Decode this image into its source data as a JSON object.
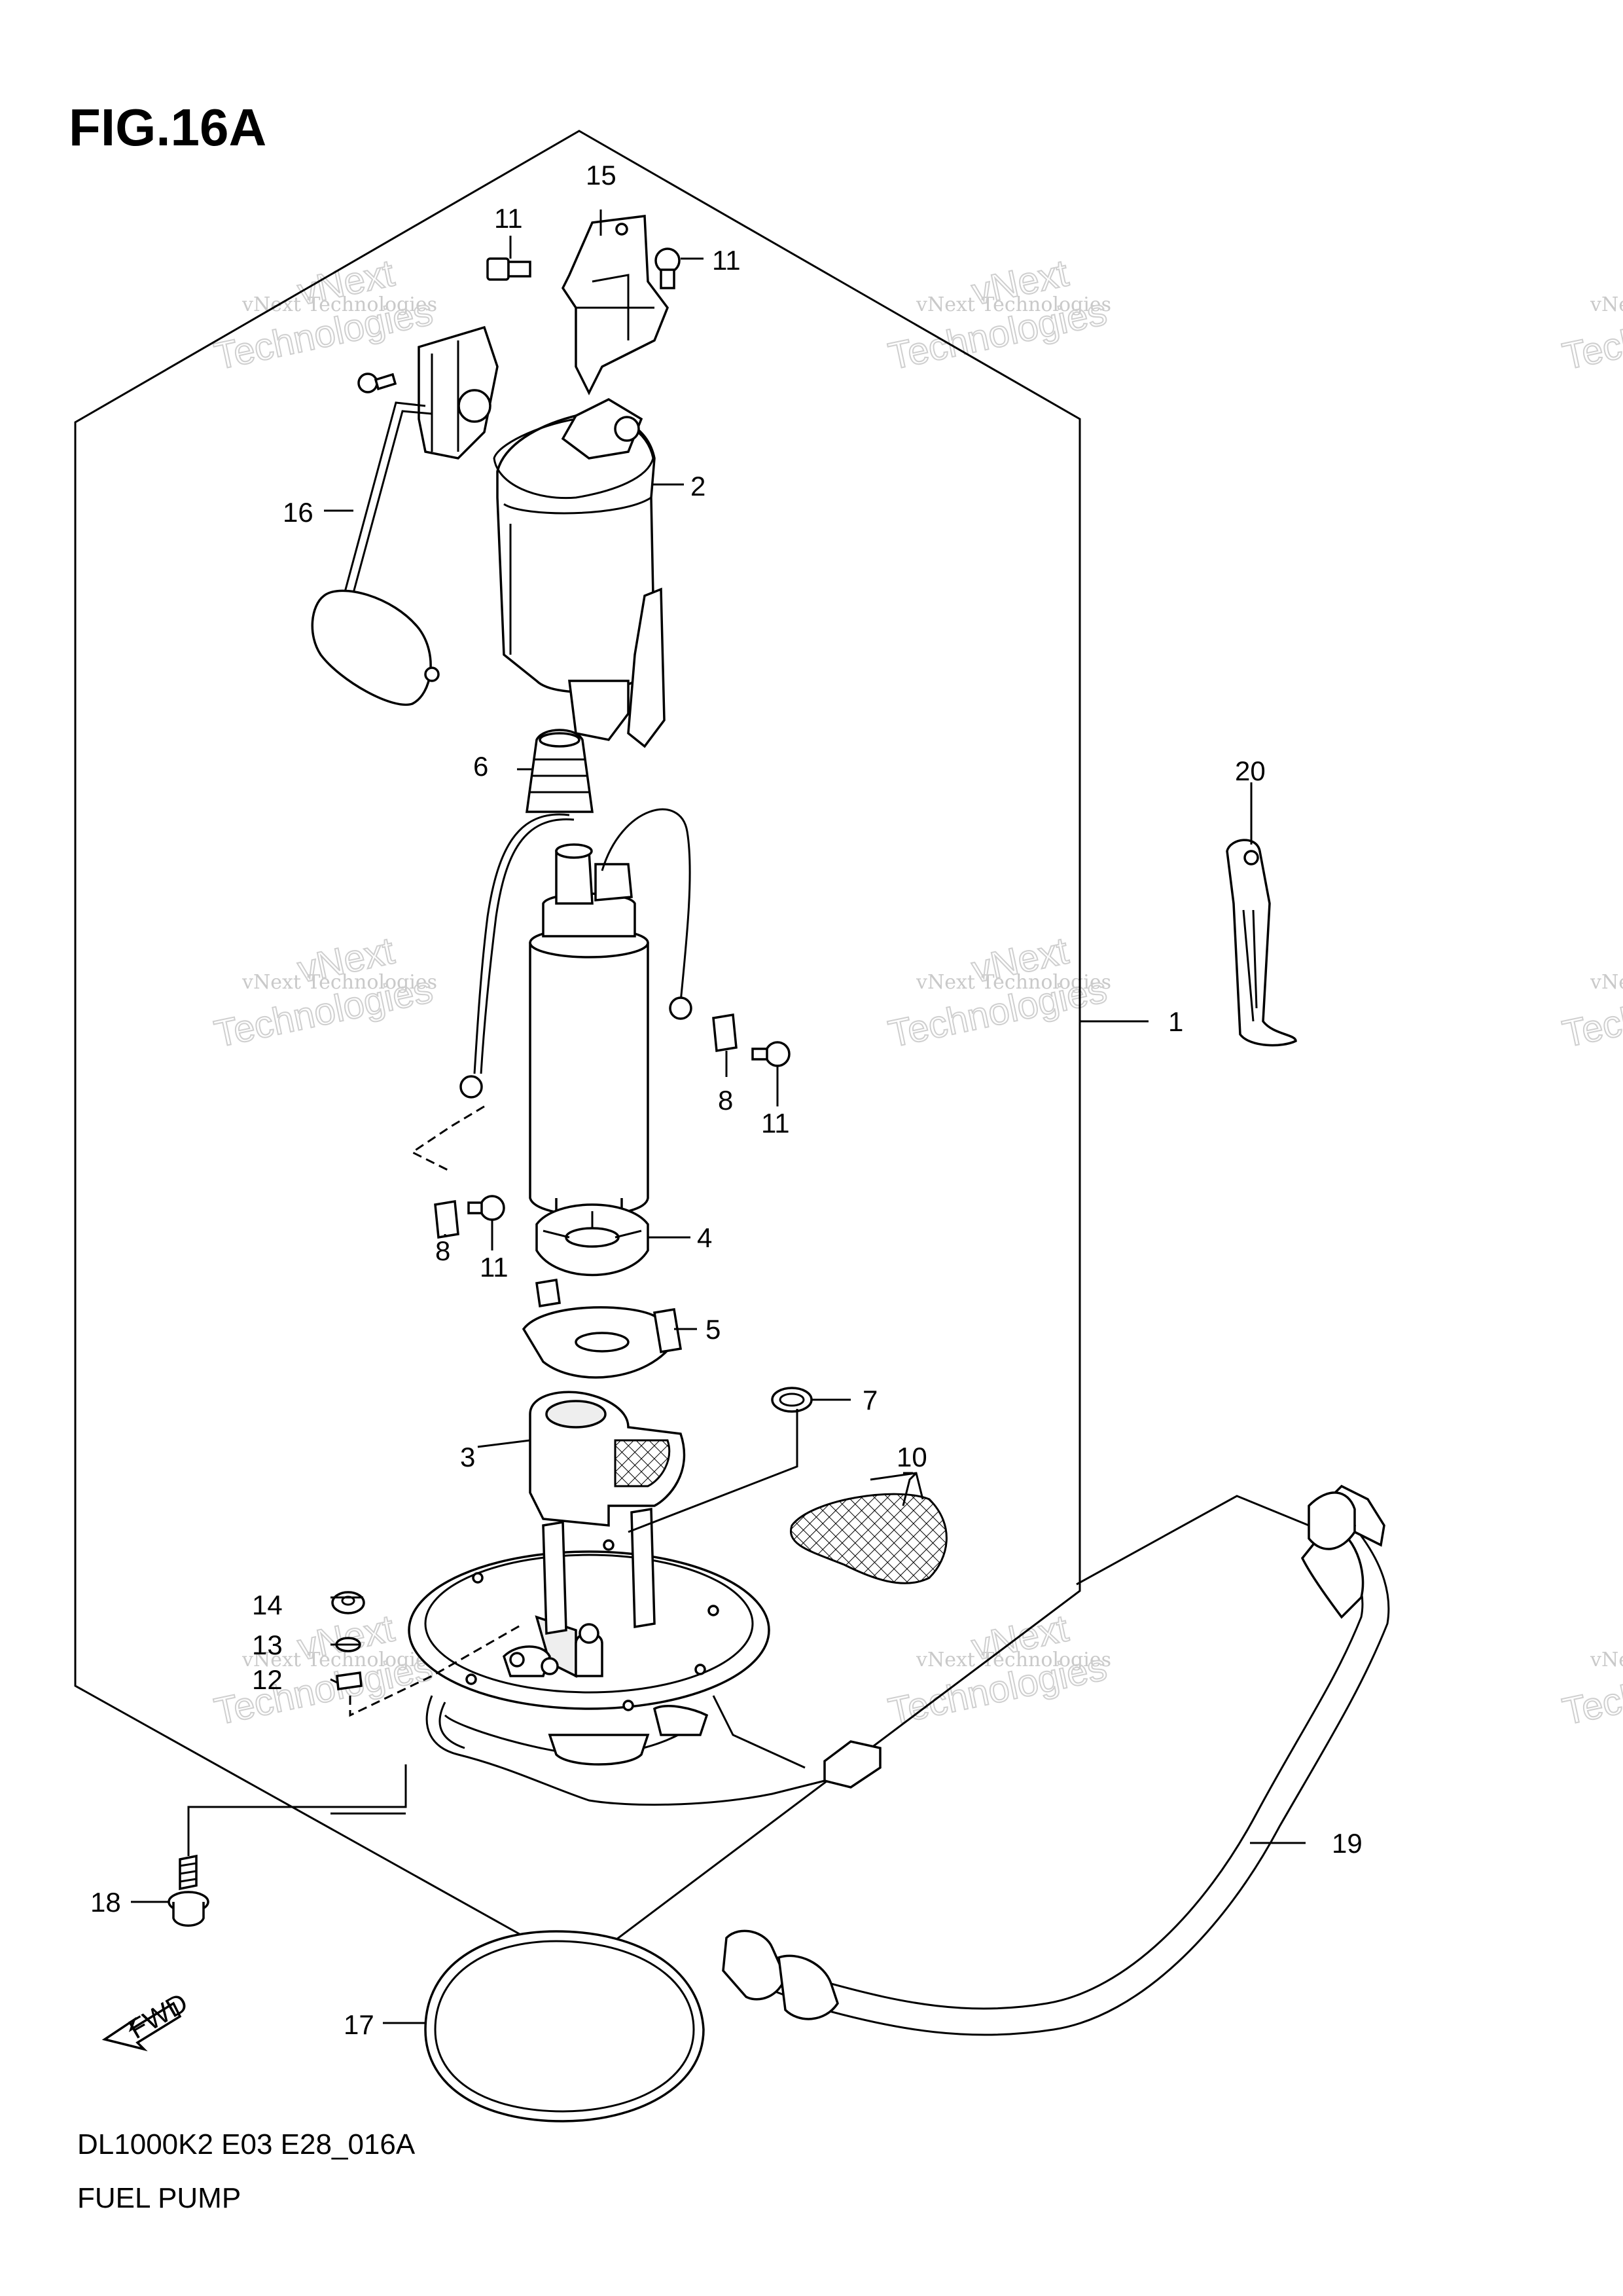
{
  "figure": {
    "title": "FIG.16A",
    "code": "DL1000K2 E03 E28_016A",
    "name": "FUEL PUMP",
    "fwd_label": "FWD"
  },
  "watermark": {
    "line1": "vNext Technologies",
    "line2": "Technologies",
    "line3": "vNext"
  },
  "callouts": [
    {
      "id": "c1",
      "label": "1"
    },
    {
      "id": "c2",
      "label": "2"
    },
    {
      "id": "c3",
      "label": "3"
    },
    {
      "id": "c4",
      "label": "4"
    },
    {
      "id": "c5",
      "label": "5"
    },
    {
      "id": "c6",
      "label": "6"
    },
    {
      "id": "c7",
      "label": "7"
    },
    {
      "id": "c8a",
      "label": "8"
    },
    {
      "id": "c8b",
      "label": "8"
    },
    {
      "id": "c10",
      "label": "10"
    },
    {
      "id": "c11a",
      "label": "11"
    },
    {
      "id": "c11b",
      "label": "11"
    },
    {
      "id": "c11c",
      "label": "11"
    },
    {
      "id": "c11d",
      "label": "11"
    },
    {
      "id": "c12",
      "label": "12"
    },
    {
      "id": "c13",
      "label": "13"
    },
    {
      "id": "c14",
      "label": "14"
    },
    {
      "id": "c15",
      "label": "15"
    },
    {
      "id": "c16",
      "label": "16"
    },
    {
      "id": "c17",
      "label": "17"
    },
    {
      "id": "c18",
      "label": "18"
    },
    {
      "id": "c19",
      "label": "19"
    },
    {
      "id": "c20",
      "label": "20"
    }
  ]
}
